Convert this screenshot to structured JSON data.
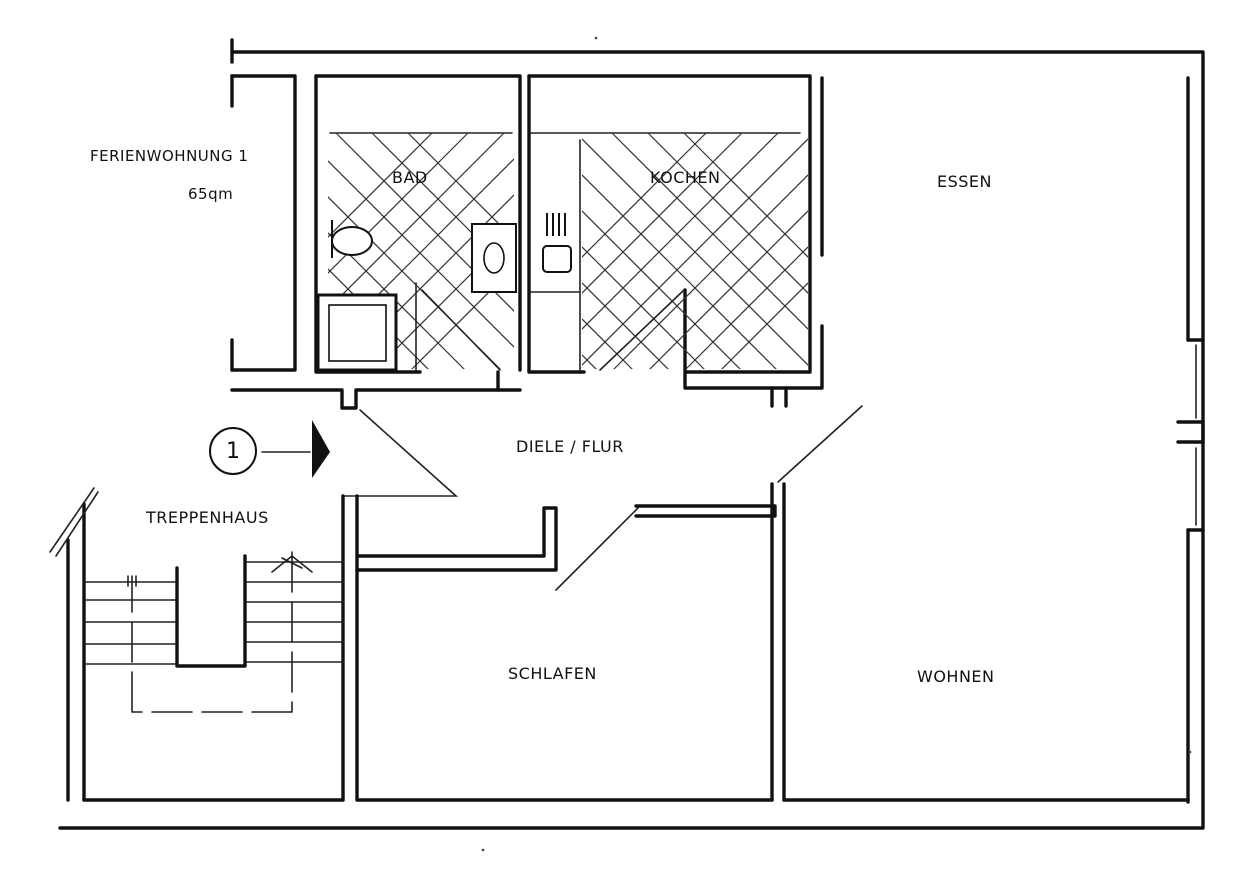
{
  "plan": {
    "unit_title": "FERIENWOHNUNG 1",
    "unit_area": "65qm",
    "entrance_marker": "1",
    "rooms": {
      "bad": "BAD",
      "kochen": "KOCHEN",
      "essen": "ESSEN",
      "diele": "DIELE / FLUR",
      "treppenhaus": "TREPPENHAUS",
      "schlafen": "SCHLAFEN",
      "wohnen": "WOHNEN"
    }
  },
  "colors": {
    "ink": "#111111",
    "paper": "#ffffff"
  }
}
